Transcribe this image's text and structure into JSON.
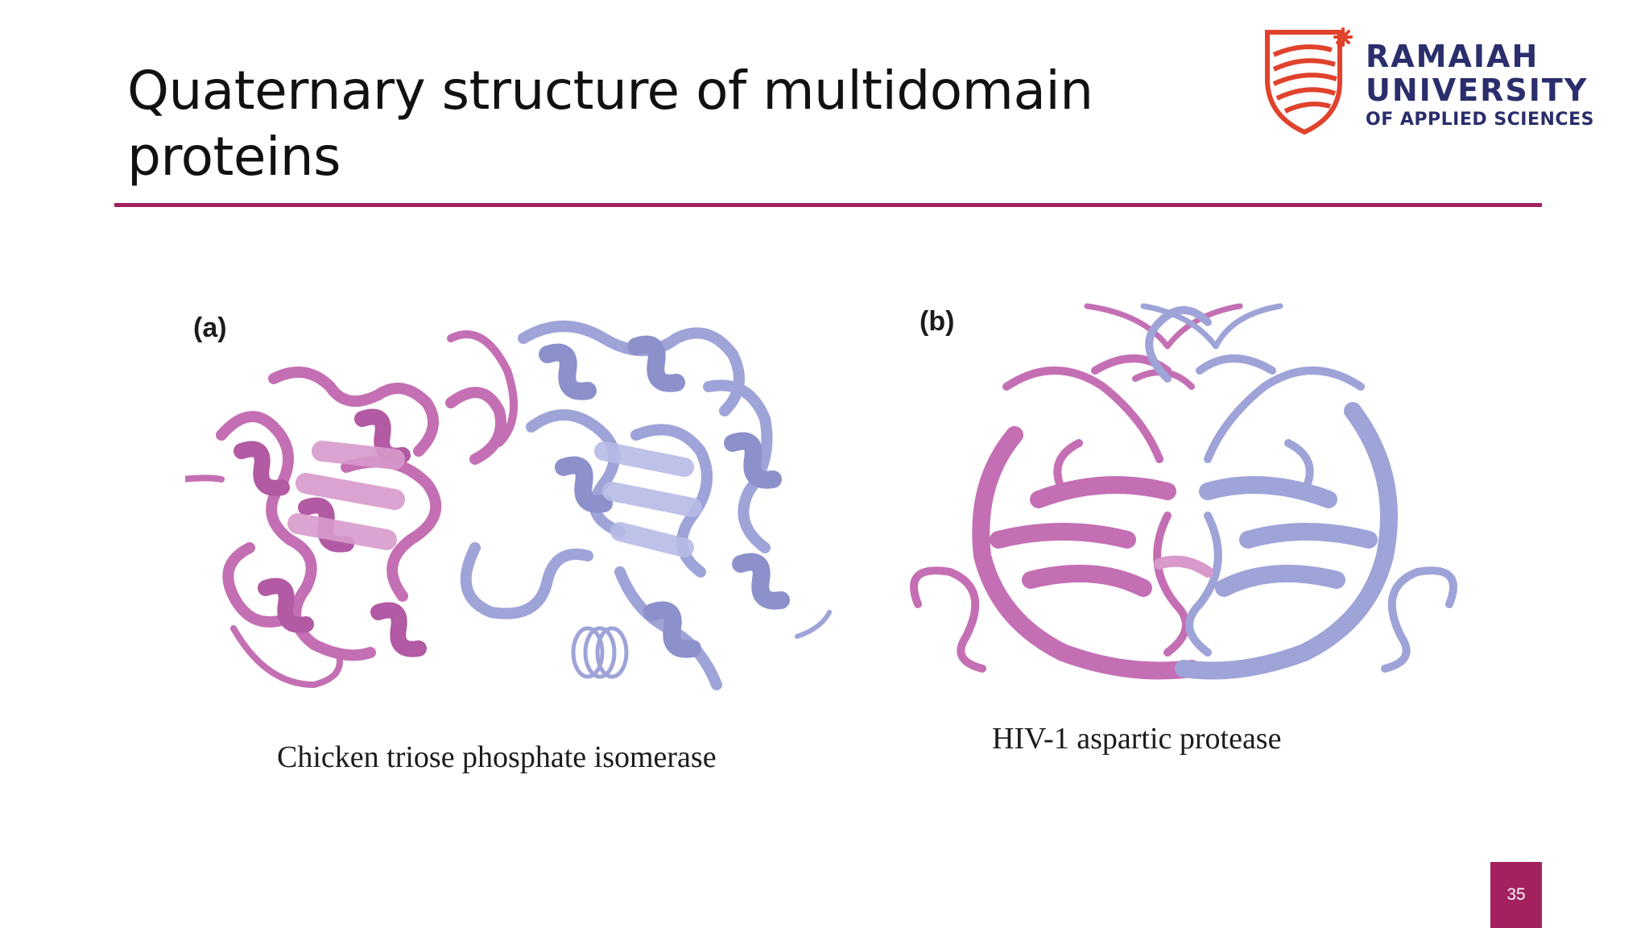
{
  "slide": {
    "title": "Quaternary structure of multidomain proteins",
    "number": "35"
  },
  "logo": {
    "line1": "RAMAIAH",
    "line2": "UNIVERSITY",
    "line3": "OF APPLIED SCIENCES"
  },
  "figures": {
    "a": {
      "label": "(a)",
      "caption": "Chicken triose phosphate isomerase"
    },
    "b": {
      "label": "(b)",
      "caption": "HIV-1 aspartic protease"
    }
  },
  "colors": {
    "accent": "#a3215e",
    "logo_text": "#2a2e6c",
    "logo_red": "#e0422c",
    "subunit_magenta": "#c46fb4",
    "subunit_blue": "#9ea3d8"
  }
}
